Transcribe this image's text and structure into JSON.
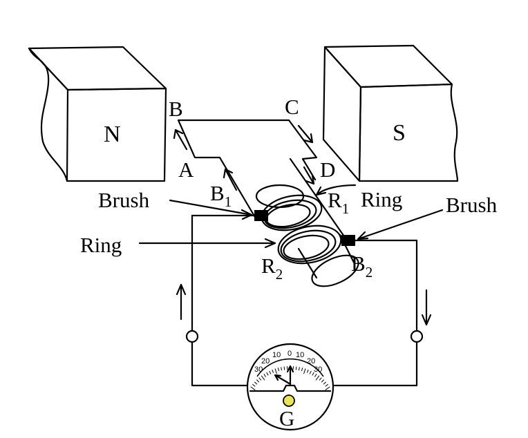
{
  "magnets": {
    "north": "N",
    "south": "S"
  },
  "coil": {
    "corner_b": "B",
    "corner_c": "C",
    "corner_a": "A",
    "corner_d": "D"
  },
  "labels": {
    "brush_left": "Brush",
    "brush_right": "Brush",
    "ring_left": "Ring",
    "ring_right": "Ring",
    "b1_main": "B",
    "b1_sub": "1",
    "b2_main": "B",
    "b2_sub": "2",
    "r1_main": "R",
    "r1_sub": "1",
    "r2_main": "R",
    "r2_sub": "2"
  },
  "galvanometer": {
    "label": "G",
    "scale": [
      "30",
      "20",
      "10",
      "0",
      "10",
      "20",
      "30"
    ]
  }
}
